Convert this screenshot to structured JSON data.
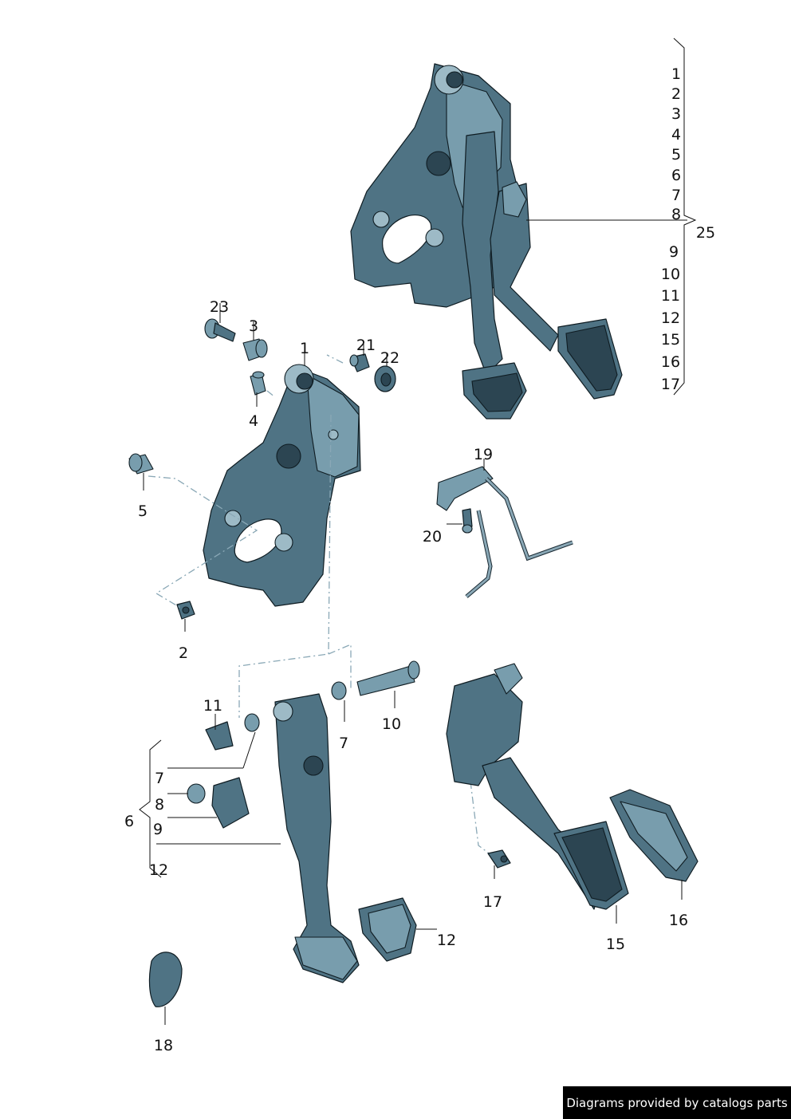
{
  "labels": {
    "n1": "1",
    "n2": "2",
    "n3": "3",
    "n4": "4",
    "n5": "5",
    "n6": "6",
    "n7": "7",
    "n7b": "7",
    "n8": "8",
    "n9": "9",
    "n10": "10",
    "n11": "11",
    "n12": "12",
    "n12b": "12",
    "n15": "15",
    "n16": "16",
    "n17": "17",
    "n18": "18",
    "n19": "19",
    "n20": "20",
    "n21": "21",
    "n22": "22",
    "n23": "23"
  },
  "legend": {
    "group_items": [
      "1",
      "2",
      "3",
      "4",
      "5",
      "6",
      "7",
      "8",
      "9",
      "10",
      "11",
      "12",
      "15",
      "16",
      "17"
    ],
    "group_label": "25"
  },
  "credit": "Diagrams provided by catalogs parts",
  "colors": {
    "part": "#4f7384",
    "part_light": "#789dad",
    "outline": "#0f1c22",
    "dash": "#8aa8b6"
  }
}
